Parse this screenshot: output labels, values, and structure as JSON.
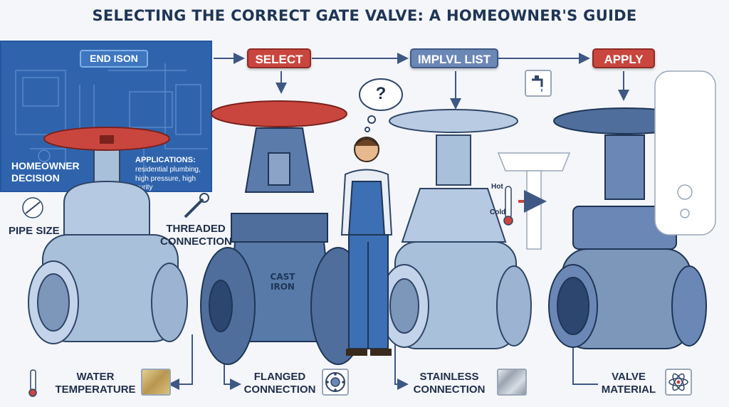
{
  "title": "SELECTING THE CORRECT GATE VALVE: A HOMEOWNER'S GUIDE",
  "blueprint": {
    "tag": "END ISON",
    "decision_line1": "HOMEOWNER",
    "decision_line2": "DECISION",
    "applications_heading": "APPLICATIONS:",
    "applications_line1": "residential plumbing,",
    "applications_line2": "high pressure, high purity"
  },
  "steps": {
    "select": "SELECT",
    "implement": "IMPLVL LIST",
    "apply": "APPLY"
  },
  "labels": {
    "pipe_size": "PIPE SIZE",
    "threaded_1": "THREADED",
    "threaded_2": "CONNECTION",
    "water_1": "WATER",
    "water_2": "TEMPERATURE",
    "flanged_1": "FLANGED",
    "flanged_2": "CONNECTION",
    "stainless_1": "STAINLESS",
    "stainless_2": "CONNECTION",
    "valve_1": "VALVE",
    "valve_2": "MATERIAL",
    "cast_1": "CAST",
    "cast_2": "IRON",
    "hot": "Hot",
    "cold": "Cold",
    "question": "?"
  },
  "colors": {
    "blueprint": "#2f64ad",
    "red_handle": "#c9463f",
    "steel": "#a9c0da",
    "dark_steel": "#4f6e9b",
    "brass": "#c9ad6a"
  }
}
